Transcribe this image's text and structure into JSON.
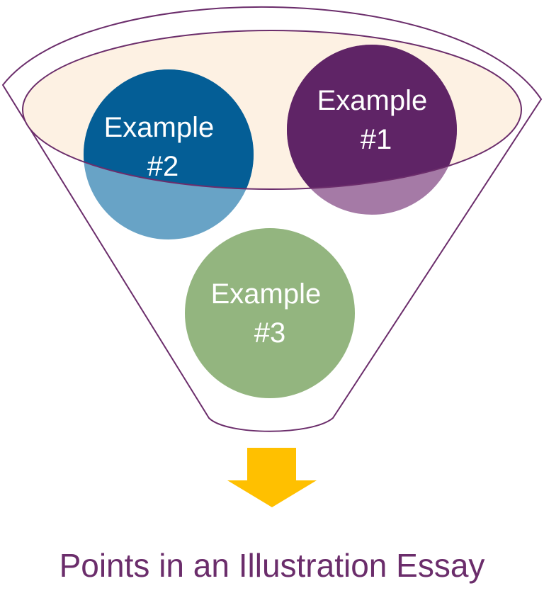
{
  "caption": "Points in an Illustration Essay",
  "examples": [
    {
      "id": "example-1",
      "line1": "Example",
      "line2": "#1"
    },
    {
      "id": "example-2",
      "line1": "Example",
      "line2": "#2"
    },
    {
      "id": "example-3",
      "line1": "Example",
      "line2": "#3"
    }
  ],
  "colors": {
    "funnel_outline": "#6b2d6b",
    "funnel_rim_fill": "#fdf1e3",
    "example_1": "#5f2466",
    "example_1_below_rim": "#a57aa6",
    "example_2": "#045e96",
    "example_2_below_rim": "#68a3c6",
    "example_3": "#93b57f",
    "arrow": "#ffc000",
    "caption_text": "#6b2d6b"
  }
}
